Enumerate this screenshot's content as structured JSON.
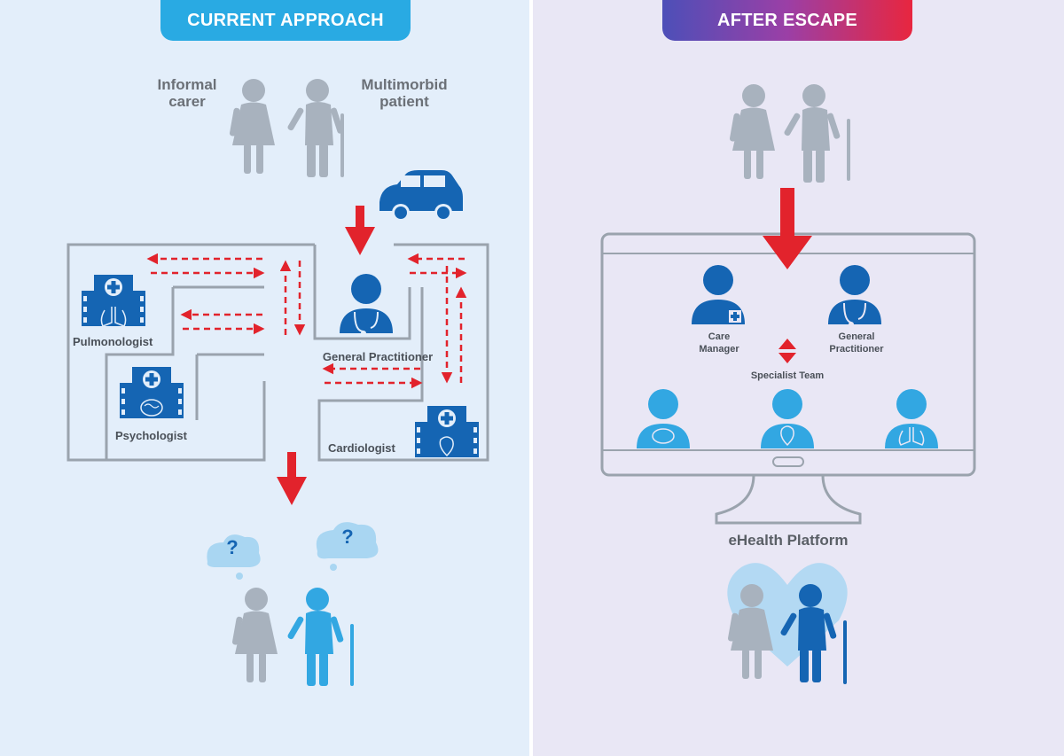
{
  "headers": {
    "left": "CURRENT APPROACH",
    "right": "AFTER ESCAPE"
  },
  "left": {
    "carer_label": "Informal carer",
    "patient_label": "Multimorbid patient",
    "gp_label": "General Practitioner",
    "pulmonologist_label": "Pulmonologist",
    "psychologist_label": "Psychologist",
    "cardiologist_label": "Cardiologist",
    "question_mark": "?"
  },
  "right": {
    "care_manager_label": "Care Manager",
    "gp_label": "General Practitioner",
    "specialist_team_label": "Specialist Team",
    "platform_label": "eHealth Platform"
  },
  "colors": {
    "left_bg": "#e3eefa",
    "right_bg": "#e9e7f5",
    "grey_person": "#a8b2be",
    "blue_dark": "#1565b3",
    "blue_light": "#32a7e2",
    "red_arrow": "#e2232c",
    "maze_line": "#9aa3ad"
  }
}
